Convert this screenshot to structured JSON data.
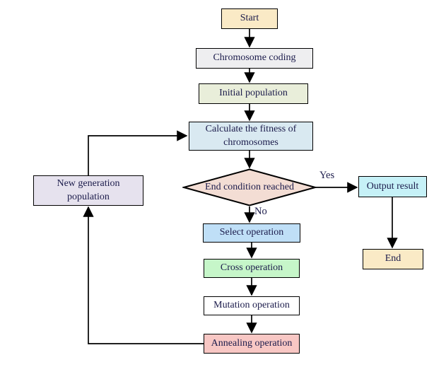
{
  "diagram": {
    "background": "#ffffff",
    "line_color": "#000000",
    "text_color": "#1b1b4b",
    "nodes": {
      "start": {
        "label": "Start",
        "fill": "#faeac6",
        "shape": "rect"
      },
      "chromosome_coding": {
        "label": "Chromosome coding",
        "fill": "#eeeef0",
        "shape": "rect"
      },
      "initial_population": {
        "label": "Initial population",
        "fill": "#e9eeda",
        "shape": "rect"
      },
      "calculate_fitness": {
        "label": "Calculate the fitness of\nchromosomes",
        "fill": "#d9e9f1",
        "shape": "rect"
      },
      "end_condition": {
        "label": "End condition reached",
        "fill": "#f3ddd4",
        "shape": "diamond"
      },
      "output_result": {
        "label": "Output result",
        "fill": "#c6f1f7",
        "shape": "rect"
      },
      "end": {
        "label": "End",
        "fill": "#faeac6",
        "shape": "rect"
      },
      "select_operation": {
        "label": "Select operation",
        "fill": "#bfdff7",
        "shape": "rect"
      },
      "cross_operation": {
        "label": "Cross operation",
        "fill": "#c6f6c9",
        "shape": "rect"
      },
      "mutation_operation": {
        "label": "Mutation operation",
        "fill": "#ffffff",
        "shape": "rect"
      },
      "annealing_operation": {
        "label": "Annealing operation",
        "fill": "#f8c7c4",
        "shape": "rect"
      },
      "new_generation": {
        "label": "New generation\npopulation",
        "fill": "#e6e2ee",
        "shape": "rect"
      }
    },
    "edge_labels": {
      "yes": "Yes",
      "no": "No"
    }
  }
}
